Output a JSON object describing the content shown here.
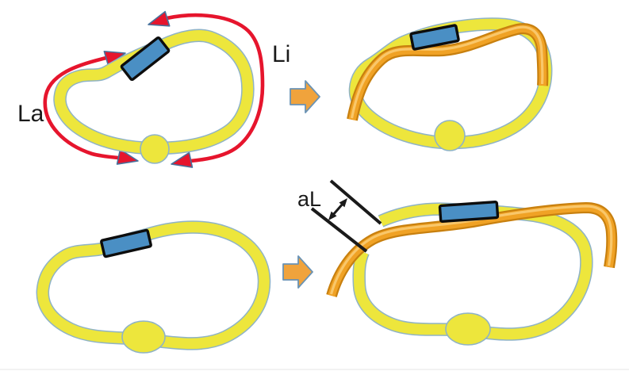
{
  "figure": {
    "labels": {
      "outer_arc": "La",
      "inner_arc": "Li",
      "length_offset": "aL"
    },
    "icons": {
      "transition_arrow_top": "right-block-arrow",
      "transition_arrow_bottom": "right-block-arrow",
      "outer_arc_arrow": "double-headed-curved-arrow",
      "inner_arc_arrow": "double-headed-curved-arrow",
      "length_offset_arrow": "double-headed-arrow"
    },
    "colors": {
      "loop_yellow": "#EDE63C",
      "loop_outline": "#8FB3C6",
      "marker_blue": "#4A8FC4",
      "marker_outline": "#0D0D0D",
      "arrow_red": "#E6152D",
      "arrowhead_outline": "#46719C",
      "block_arrow_orange": "#F0A33C",
      "block_arrow_outline": "#6A93B5",
      "tube_dark": "#C8800F",
      "tube_mid": "#F0A225",
      "tube_light": "#FACB72",
      "ink": "#1A1A1A",
      "divider_gray": "#EDEDED",
      "background": "#FFFFFF"
    }
  }
}
